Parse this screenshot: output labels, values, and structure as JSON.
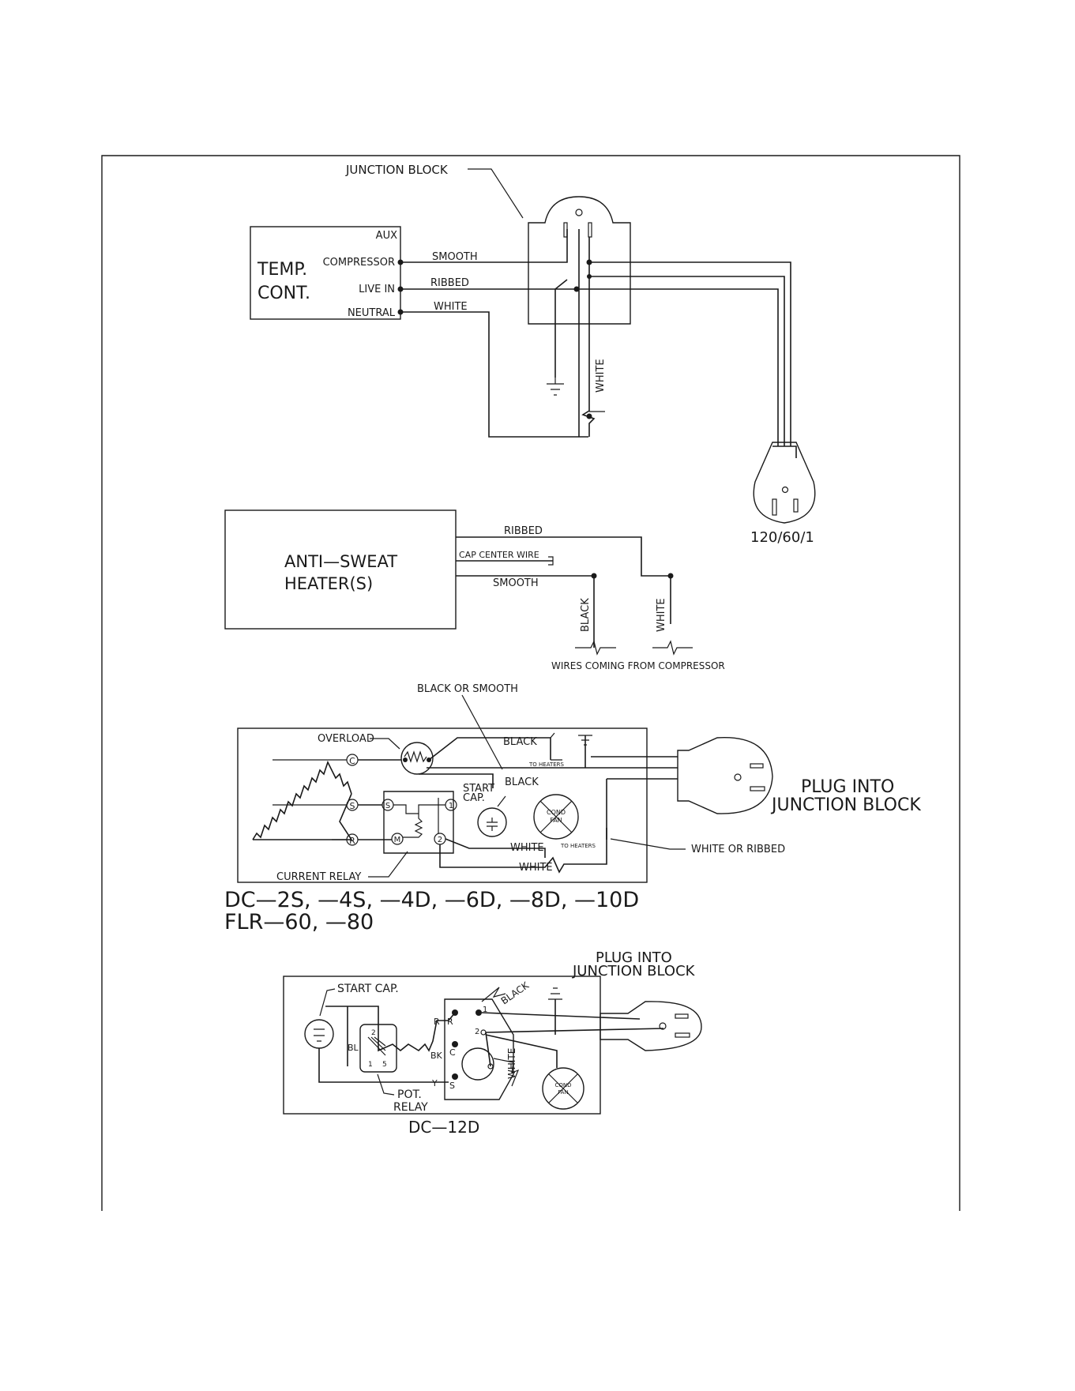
{
  "colors": {
    "ink": "#1a1a1a",
    "paper": "#ffffff"
  },
  "junction": {
    "title": "JUNCTION BLOCK",
    "white_label": "WHITE",
    "outlet_rating": "120/60/1"
  },
  "temp_control": {
    "title_line1": "TEMP.",
    "title_line2": "CONT.",
    "terminals": [
      "AUX",
      "COMPRESSOR",
      "LIVE IN",
      "NEUTRAL"
    ],
    "wires": [
      "SMOOTH",
      "RIBBED",
      "WHITE"
    ]
  },
  "anti_sweat": {
    "title_line1": "ANTI—SWEAT",
    "title_line2": "HEATER(S)",
    "wires": [
      "RIBBED",
      "CAP CENTER WIRE",
      "SMOOTH"
    ],
    "black_label": "BLACK",
    "white_label": "WHITE",
    "note": "WIRES COMING FROM COMPRESSOR"
  },
  "compressor_a": {
    "top_note": "BLACK OR SMOOTH",
    "overload": "OVERLOAD",
    "black_top": "BLACK",
    "to_heaters_top": "TO HEATERS",
    "black_mid": "BLACK",
    "start_cap_line1": "START",
    "start_cap_line2": "CAP.",
    "fan_line1": "COND",
    "fan_line2": "FAN",
    "white_mid": "WHITE",
    "to_heaters_bottom": "TO HEATERS",
    "white_bottom": "WHITE",
    "current_relay": "CURRENT RELAY",
    "white_or_ribbed": "WHITE OR RIBBED",
    "plug_line1": "PLUG INTO",
    "plug_line2": "JUNCTION BLOCK",
    "terminals_left": [
      "C",
      "S",
      "R"
    ],
    "relay_terminals": [
      "S",
      "M",
      "1",
      "2"
    ],
    "model_line1": "DC—2S, —4S, —4D, —6D, —8D, —10D",
    "model_line2": "FLR—60, —80"
  },
  "compressor_b": {
    "plug_line1": "PLUG INTO",
    "plug_line2": "JUNCTION BLOCK",
    "start_cap": "START CAP.",
    "black_label": "BLACK",
    "white_label": "WHITE",
    "terminals_right": [
      "R",
      "C",
      "S"
    ],
    "wire_codes": [
      "R",
      "BK",
      "Y",
      "BL"
    ],
    "relay_pins": [
      "2",
      "1",
      "5"
    ],
    "terminal_nums": [
      "1",
      "2"
    ],
    "fan_line1": "COND",
    "fan_line2": "FAN",
    "pot_relay_line1": "POT.",
    "pot_relay_line2": "RELAY",
    "model": "DC—12D"
  }
}
